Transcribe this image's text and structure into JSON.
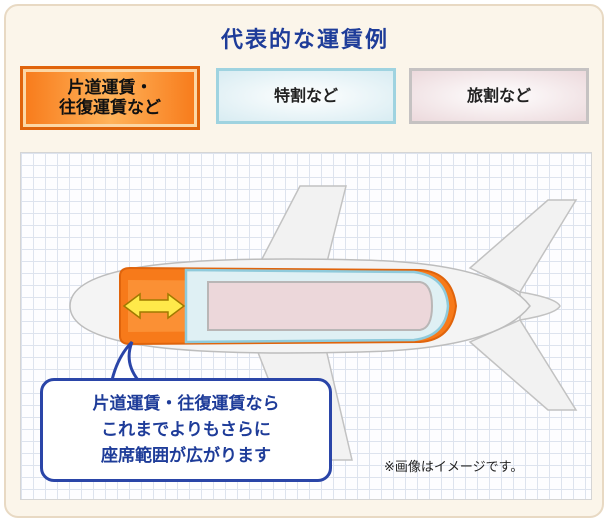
{
  "title": "代表的な運賃例",
  "tabs": {
    "fare": {
      "line1": "片道運賃・",
      "line2": "往復運賃など"
    },
    "special": {
      "label": "特割など"
    },
    "travel": {
      "label": "旅割など"
    }
  },
  "bubble": {
    "line1": "片道運賃・往復運賃なら",
    "line2": "これまでよりもさらに",
    "line3": "座席範囲が広がります"
  },
  "note": "※画像はイメージです。",
  "colors": {
    "title": "#1e3c99",
    "fare_orange": "#f77a1a",
    "special_blue": "#9fd3e0",
    "travel_gray": "#c5c2c2",
    "arrow_yellow": "#ffe94a"
  },
  "icons": {
    "arrow": "double-arrow-icon",
    "plane": "airplane-illustration"
  }
}
